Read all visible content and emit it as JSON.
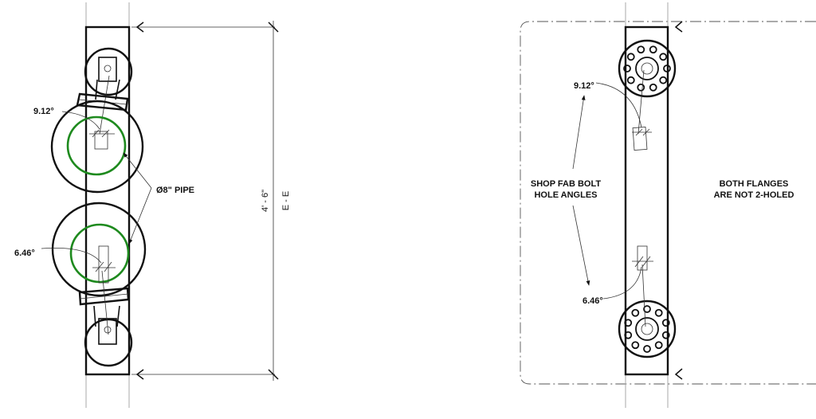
{
  "left_view": {
    "angle_top": "9.12°",
    "angle_bottom": "6.46°",
    "pipe_label": "Ø8\" PIPE",
    "dimension": "4' - 6\"",
    "section_label": "E - E"
  },
  "right_view": {
    "angle_top": "9.12°",
    "angle_bottom": "6.46°",
    "note_left_line1": "SHOP FAB BOLT",
    "note_left_line2": "HOLE ANGLES",
    "note_right_line1": "BOTH FLANGES",
    "note_right_line2": "ARE NOT 2-HOLED"
  },
  "colors": {
    "pipe": "#1e8a1e",
    "line": "#111111"
  }
}
